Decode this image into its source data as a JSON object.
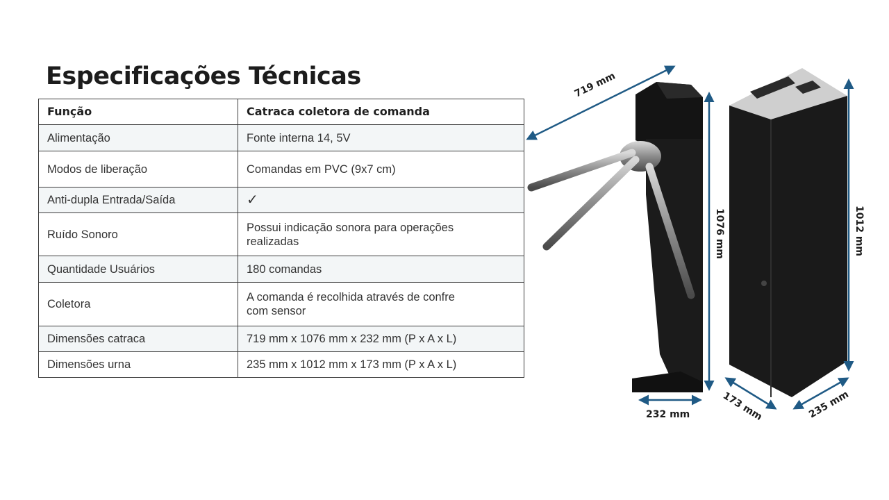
{
  "title": "Especificações Técnicas",
  "table": {
    "header": [
      "Função",
      "Catraca coletora de comanda"
    ],
    "rows": [
      {
        "label": "Alimentação",
        "value": "Fonte interna 14, 5V"
      },
      {
        "label": "Modos de liberação",
        "value": "Comandas em PVC (9x7 cm)"
      },
      {
        "label": "Anti-dupla Entrada/Saída",
        "value": "✓"
      },
      {
        "label": "Ruído Sonoro",
        "value": "Possui indicação sonora para operações realizadas"
      },
      {
        "label": "Quantidade Usuários",
        "value": "180 comandas"
      },
      {
        "label": "Coletora",
        "value": "A comanda é recolhida através de confre com sensor"
      },
      {
        "label": "Dimensões catraca",
        "value": "719 mm x 1076 mm x 232 mm (P x A x L)"
      },
      {
        "label": "Dimensões urna",
        "value": "235 mm x 1012 mm x 173 mm (P x A x L)"
      }
    ]
  },
  "dimensions": {
    "turnstile_depth": "719 mm",
    "turnstile_height": "1076 mm",
    "turnstile_width": "232 mm",
    "urn_height": "1012 mm",
    "urn_depth": "173 mm",
    "urn_width": "235 mm"
  },
  "colors": {
    "arrow": "#1f5a85",
    "body": "#1b1b1b",
    "steel": "#9a9a9a"
  }
}
